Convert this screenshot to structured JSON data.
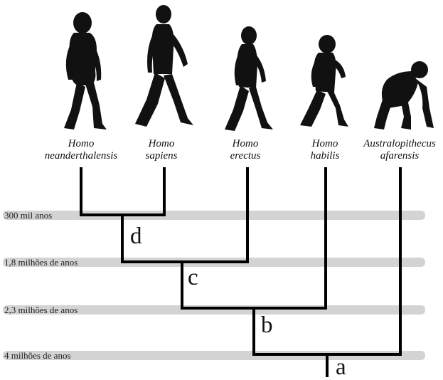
{
  "species": [
    {
      "line1": "Homo",
      "line2": "neanderthalensis",
      "icon": "neanderthal-silhouette-icon"
    },
    {
      "line1": "Homo",
      "line2": "sapiens",
      "icon": "sapiens-silhouette-icon"
    },
    {
      "line1": "Homo",
      "line2": "erectus",
      "icon": "erectus-silhouette-icon"
    },
    {
      "line1": "Homo",
      "line2": "habilis",
      "icon": "habilis-silhouette-icon"
    },
    {
      "line1": "Australopithecus",
      "line2": "afarensis",
      "icon": "afarensis-silhouette-icon"
    }
  ],
  "timeline": [
    {
      "label": "300 mil anos"
    },
    {
      "label": "1,8 milhões de anos"
    },
    {
      "label": "2,3 milhões de anos"
    },
    {
      "label": "4 milhões de anos"
    }
  ],
  "nodes": {
    "a": "a",
    "b": "b",
    "c": "c",
    "d": "d"
  },
  "colors": {
    "branch": "#000000",
    "band": "#d3d3d3",
    "silhouette": "#111111"
  }
}
